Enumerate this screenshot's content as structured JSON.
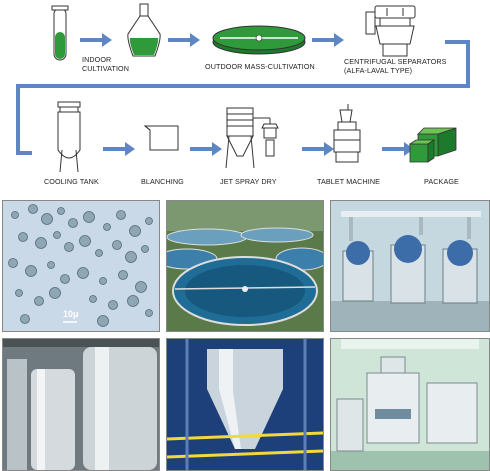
{
  "flow": {
    "steps": [
      {
        "label": "INDOOR\nCULTIVATION"
      },
      {
        "label": "OUTDOOR MASS-CULTIVATION"
      },
      {
        "label": "CENTRIFUGAL SEPARATORS\n(ALFA-LAVAL TYPE)"
      },
      {
        "label": "COOLING TANK"
      },
      {
        "label": "BLANCHING"
      },
      {
        "label": "JET SPRAY DRY"
      },
      {
        "label": "TABLET MACHINE"
      },
      {
        "label": "PACKAGE"
      }
    ]
  },
  "photos": {
    "microscope_scale": "10μ"
  },
  "colors": {
    "arrow": "#5f86c4",
    "green": "#2f9a3a",
    "green_dark": "#1d7a2c",
    "outline": "#333333"
  }
}
